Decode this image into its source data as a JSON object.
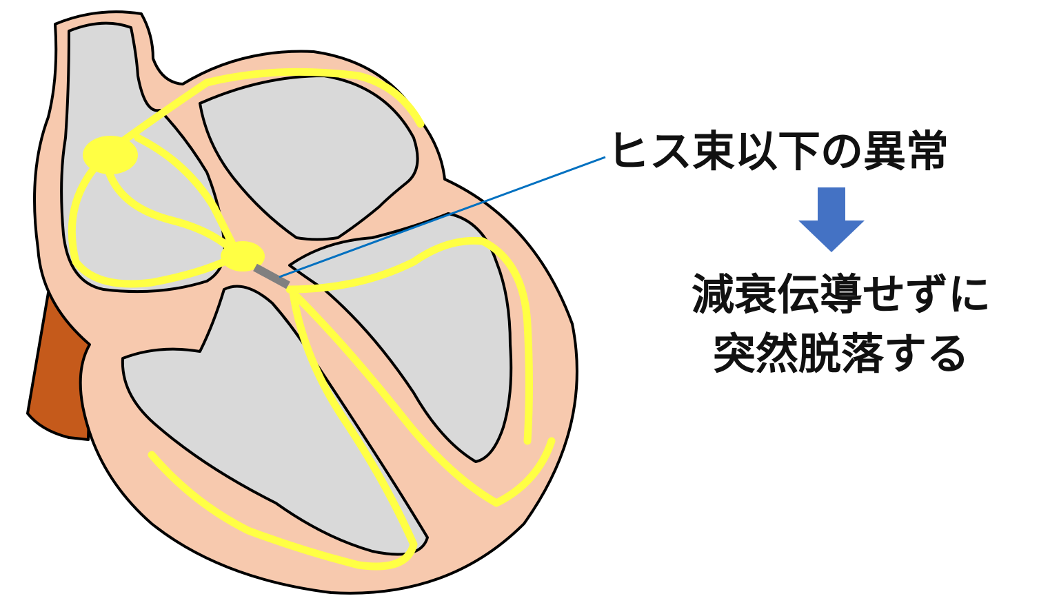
{
  "labels": {
    "title": "ヒス束以下の異常",
    "result_line1": "減衰伝導せずに",
    "result_line2": "突然脱落する"
  },
  "colors": {
    "muscle": "#f7c9ae",
    "chamber": "#d9d9d9",
    "conduction": "#ffff44",
    "vessel": "#c55a1b",
    "lesion": "#808080",
    "leader": "#0070c0",
    "arrow": "#4472c4",
    "text": "#111111"
  },
  "icons": {
    "arrow": "down-arrow-icon"
  }
}
